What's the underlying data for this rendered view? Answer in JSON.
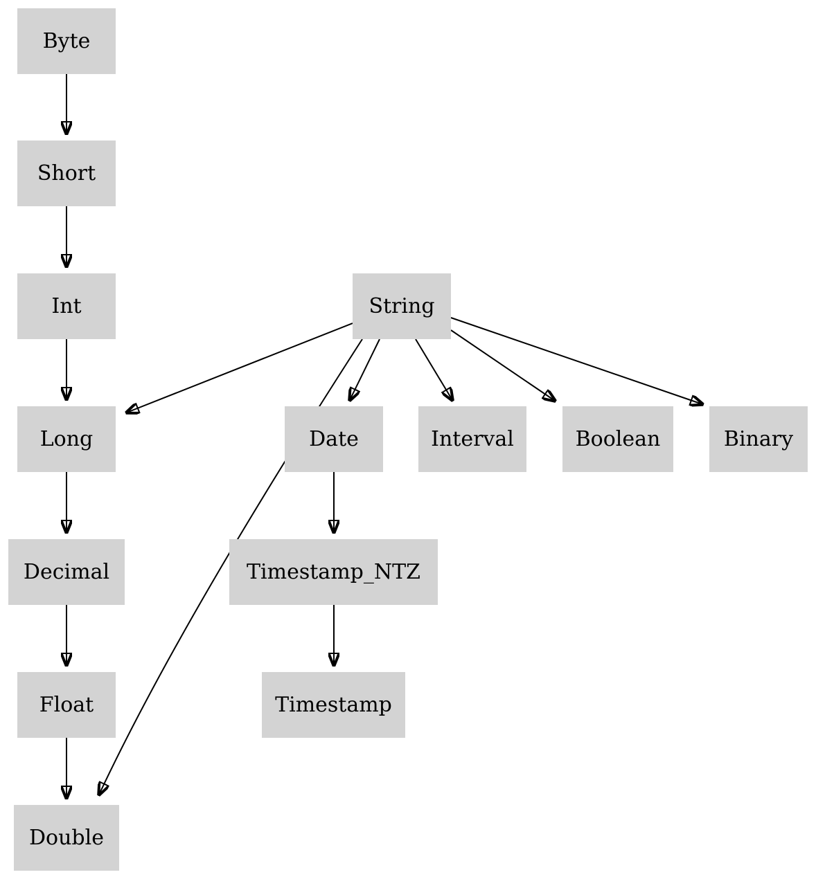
{
  "diagram": {
    "type": "directed-graph",
    "description": "Type coercion / promotion hierarchy graph",
    "node_fill_color": "#d3d3d3",
    "node_text_color": "#000000",
    "edge_color": "#000000",
    "background_color": "#ffffff",
    "nodes": [
      {
        "id": "byte",
        "label": "Byte"
      },
      {
        "id": "short",
        "label": "Short"
      },
      {
        "id": "int",
        "label": "Int"
      },
      {
        "id": "long",
        "label": "Long"
      },
      {
        "id": "decimal",
        "label": "Decimal"
      },
      {
        "id": "float",
        "label": "Float"
      },
      {
        "id": "double",
        "label": "Double"
      },
      {
        "id": "string",
        "label": "String"
      },
      {
        "id": "date",
        "label": "Date"
      },
      {
        "id": "interval",
        "label": "Interval"
      },
      {
        "id": "boolean",
        "label": "Boolean"
      },
      {
        "id": "binary",
        "label": "Binary"
      },
      {
        "id": "timestamp_ntz",
        "label": "Timestamp_NTZ"
      },
      {
        "id": "timestamp",
        "label": "Timestamp"
      }
    ],
    "edges": [
      {
        "from": "byte",
        "to": "short"
      },
      {
        "from": "short",
        "to": "int"
      },
      {
        "from": "int",
        "to": "long"
      },
      {
        "from": "long",
        "to": "decimal"
      },
      {
        "from": "decimal",
        "to": "float"
      },
      {
        "from": "float",
        "to": "double"
      },
      {
        "from": "string",
        "to": "long"
      },
      {
        "from": "string",
        "to": "double"
      },
      {
        "from": "string",
        "to": "date"
      },
      {
        "from": "string",
        "to": "interval"
      },
      {
        "from": "string",
        "to": "boolean"
      },
      {
        "from": "string",
        "to": "binary"
      },
      {
        "from": "date",
        "to": "timestamp_ntz"
      },
      {
        "from": "timestamp_ntz",
        "to": "timestamp"
      }
    ]
  }
}
